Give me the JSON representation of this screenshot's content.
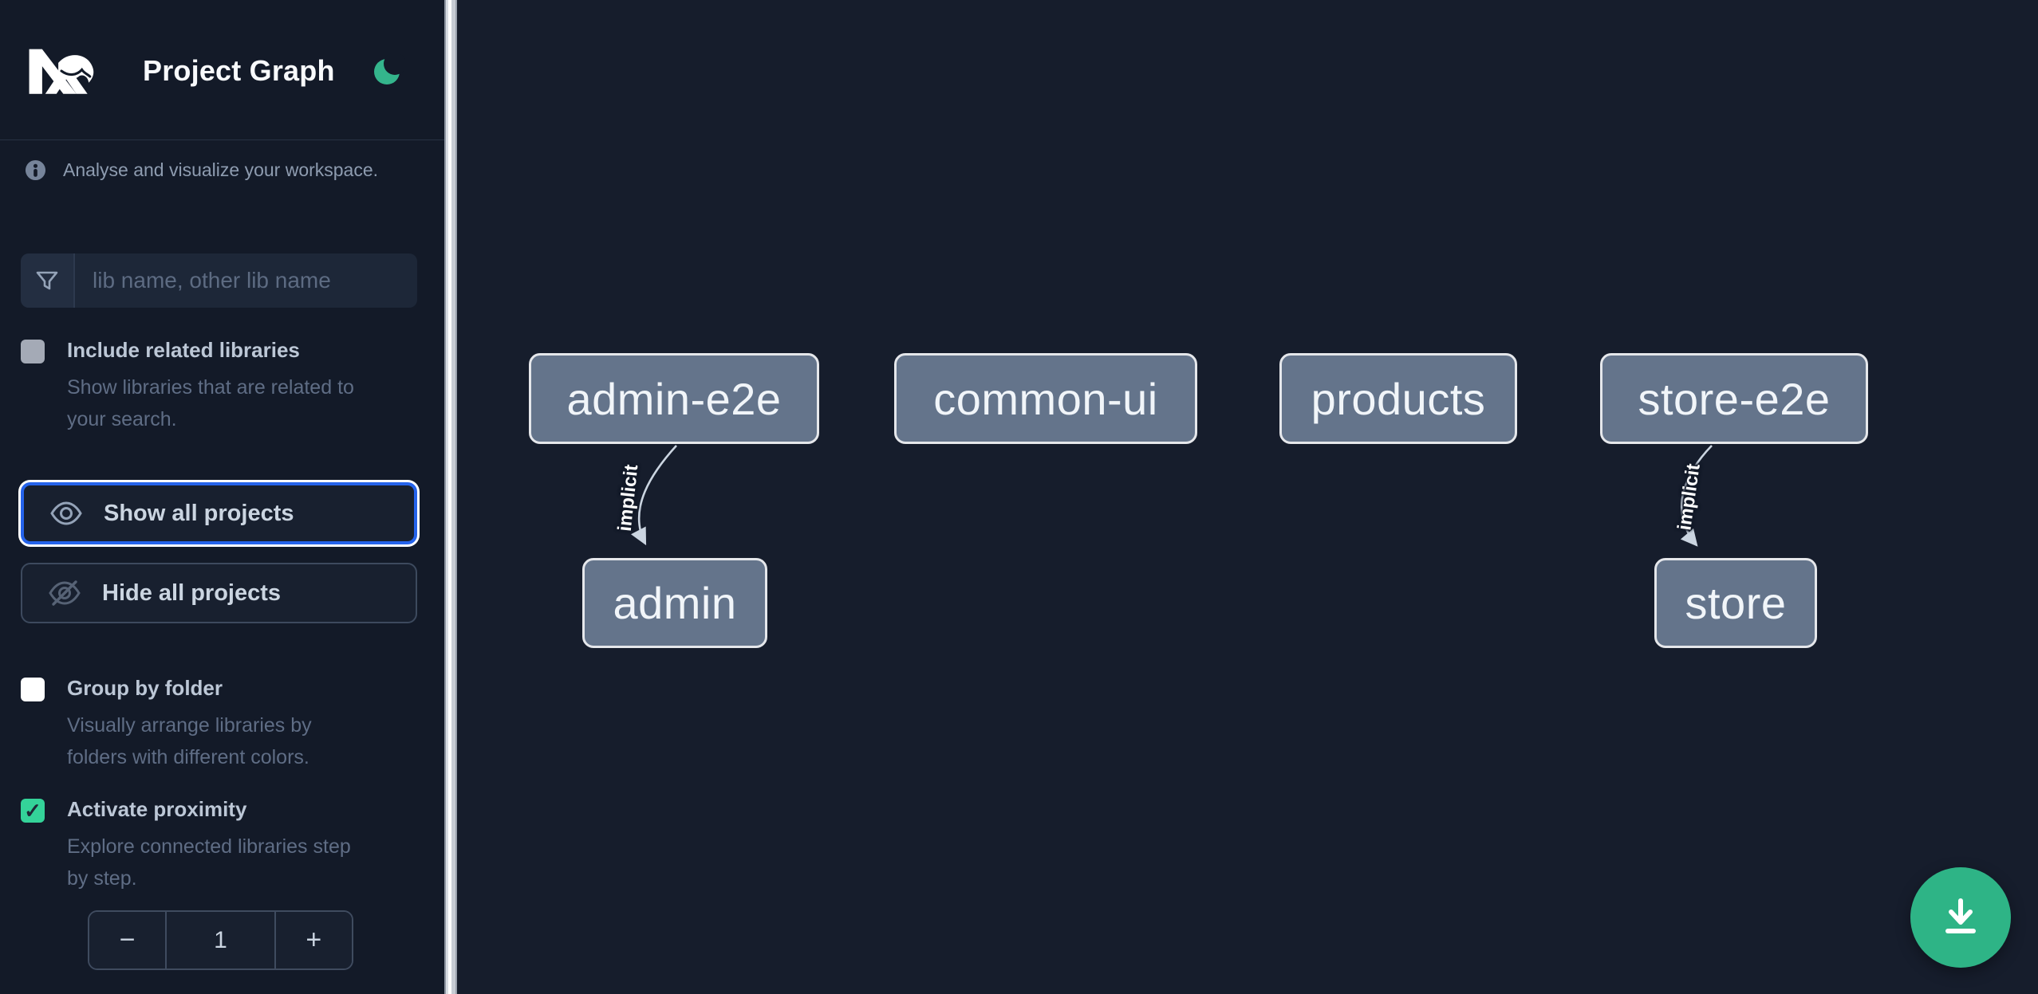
{
  "header": {
    "title": "Project Graph",
    "logo": "Nx",
    "theme_icon": "moon-icon"
  },
  "sidebar": {
    "info_text": "Analyse and visualize your workspace.",
    "search": {
      "placeholder": "lib name, other lib name",
      "value": ""
    },
    "include_related": {
      "label": "Include related libraries",
      "checked": false,
      "description": "Show libraries that are related to your search.",
      "description_lines": [
        "Show libraries that are related to",
        "your search."
      ]
    },
    "show_all_label": "Show all projects",
    "hide_all_label": "Hide all projects",
    "group_by_folder": {
      "label": "Group by folder",
      "checked": false,
      "description": "Visually arrange libraries by folders with different colors.",
      "description_lines": [
        "Visually arrange libraries by",
        "folders with different colors."
      ]
    },
    "activate_proximity": {
      "label": "Activate proximity",
      "checked": true,
      "check_glyph": "✓",
      "description": "Explore connected libraries step by step.",
      "description_lines": [
        "Explore connected libraries step",
        "by step."
      ]
    },
    "proximity_stepper": {
      "decrement": "−",
      "value": "1",
      "increment": "+"
    }
  },
  "graph": {
    "nodes": [
      {
        "label": "admin-e2e"
      },
      {
        "label": "common-ui"
      },
      {
        "label": "products"
      },
      {
        "label": "store-e2e"
      },
      {
        "label": "admin"
      },
      {
        "label": "store"
      }
    ],
    "edges": [
      {
        "source": "admin-e2e",
        "target": "admin",
        "label": "implicit"
      },
      {
        "source": "store-e2e",
        "target": "store",
        "label": "implicit"
      }
    ]
  },
  "fab": {
    "icon": "download-icon"
  },
  "colors": {
    "sidebar_bg": "#131a28",
    "canvas_bg": "#161d2c",
    "accent_teal": "#34b58c",
    "checkbox_checked": "#34d399",
    "focus_blue": "#2563eb",
    "node_fill": "#64748b",
    "node_border": "#e5e7eb",
    "edge_color": "#cbd5e1",
    "fab_green": "#2eb486"
  }
}
